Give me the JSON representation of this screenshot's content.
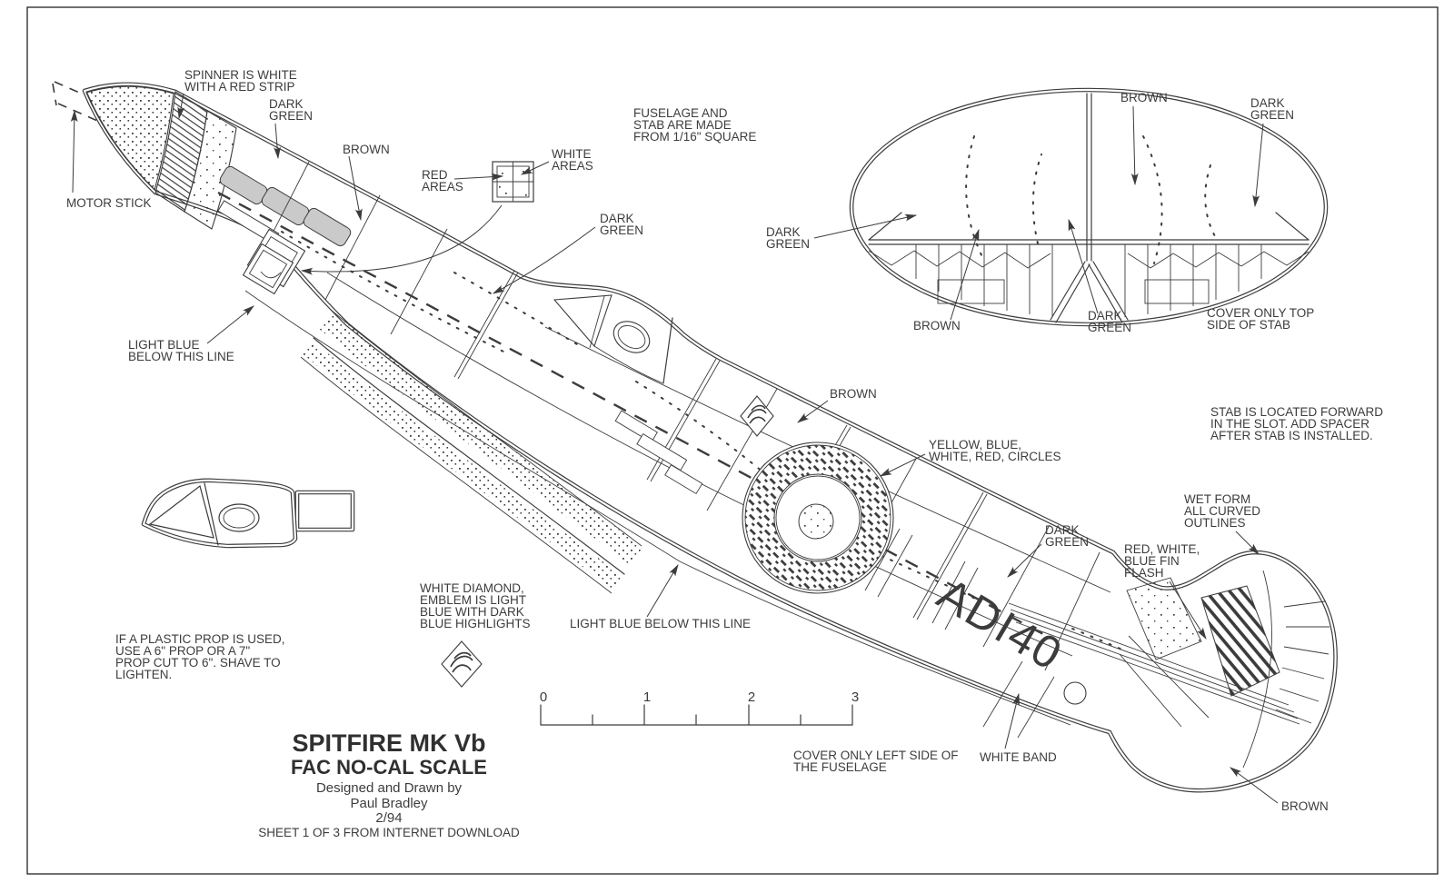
{
  "colors": {
    "line": "#3c3c3c",
    "exhaust_gray": "#cacaca",
    "background": "#ffffff"
  },
  "fuselage_marking": "ADI40",
  "ruler": {
    "labels": [
      "0",
      "1",
      "2",
      "3"
    ]
  },
  "title_block": {
    "title": "SPITFIRE MK Vb",
    "subtitle": "FAC NO-CAL SCALE",
    "credit_line": "Designed and Drawn by",
    "designer": "Paul Bradley",
    "date": "2/94",
    "sheet": "SHEET 1 OF 3 FROM INTERNET DOWNLOAD"
  },
  "labels": {
    "spinner": [
      "SPINNER IS WHITE",
      "WITH A RED STRIP"
    ],
    "dark_green_nose": [
      "DARK",
      "GREEN"
    ],
    "brown_nose": [
      "BROWN"
    ],
    "motor_stick": [
      "MOTOR STICK"
    ],
    "red_areas": [
      "RED",
      "AREAS"
    ],
    "white_areas": [
      "WHITE",
      "AREAS"
    ],
    "fuselage_note": [
      "FUSELAGE AND",
      "STAB ARE MADE",
      "FROM 1/16\" SQUARE"
    ],
    "dark_green_mid": [
      "DARK",
      "GREEN"
    ],
    "light_blue_left": [
      "LIGHT BLUE",
      "BELOW THIS LINE"
    ],
    "stab_dark_green_left": [
      "DARK",
      "GREEN"
    ],
    "stab_brown_top": [
      "BROWN"
    ],
    "stab_dark_green_right": [
      "DARK",
      "GREEN"
    ],
    "stab_brown_bottom": [
      "BROWN"
    ],
    "stab_dark_green_bottom": [
      "DARK",
      "GREEN"
    ],
    "stab_cover_note": [
      "COVER  ONLY TOP",
      "SIDE OF STAB"
    ],
    "stab_slot_note": [
      "STAB IS LOCATED FORWARD",
      "IN THE SLOT.  ADD SPACER",
      "AFTER STAB IS INSTALLED."
    ],
    "brown_mid": [
      "BROWN"
    ],
    "roundel_note": [
      "YELLOW, BLUE,",
      "WHITE, RED, CIRCLES"
    ],
    "wet_form_note": [
      "WET FORM",
      "ALL CURVED",
      "OUTLINES"
    ],
    "dark_green_tail": [
      "DARK",
      "GREEN"
    ],
    "fin_flash_note": [
      "RED, WHITE,",
      "BLUE FIN",
      "FLASH"
    ],
    "diamond_note": [
      "WHITE DIAMOND,",
      "EMBLEM IS LIGHT",
      "BLUE WITH DARK",
      "BLUE HIGHLIGHTS"
    ],
    "light_blue_bottom": [
      "LIGHT BLUE BELOW THIS LINE"
    ],
    "prop_note": [
      "IF A PLASTIC PROP IS USED,",
      "USE A 6\" PROP OR A 7\"",
      "PROP CUT TO 6\".  SHAVE TO",
      "LIGHTEN."
    ],
    "cover_fuselage_note": [
      "COVER ONLY LEFT SIDE OF",
      "THE FUSELAGE"
    ],
    "white_band": [
      "WHITE BAND"
    ],
    "brown_tail": [
      "BROWN"
    ]
  }
}
